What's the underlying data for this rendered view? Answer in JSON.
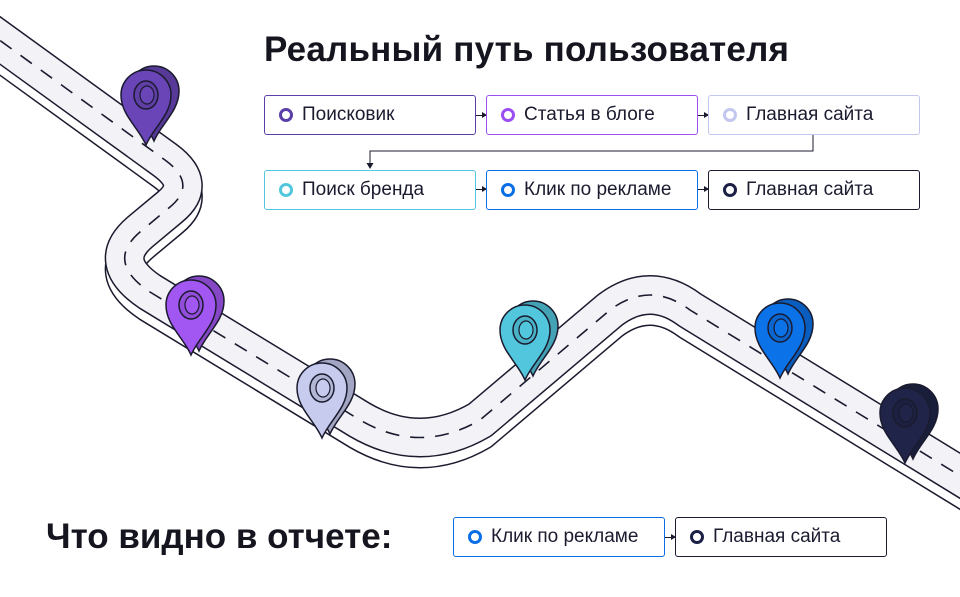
{
  "title": "Реальный путь пользователя",
  "report": {
    "title": "Что видно в отчете:",
    "steps": [
      {
        "label": "Клик по рекламе",
        "color": "#0a6fe6"
      },
      {
        "label": "Главная сайта",
        "color": "#1d2046"
      }
    ]
  },
  "journey": {
    "row1": [
      {
        "label": "Поисковик",
        "color": "#5b3fa8"
      },
      {
        "label": "Статья в блоге",
        "color": "#9b4ff0"
      },
      {
        "label": "Главная сайта",
        "color": "#c3c6ee"
      }
    ],
    "row2": [
      {
        "label": "Поиск бренда",
        "color": "#52c6dc"
      },
      {
        "label": "Клик по рекламе",
        "color": "#0a6fe6"
      },
      {
        "label": "Главная сайта",
        "color": "#1d2046"
      }
    ]
  },
  "pins": [
    {
      "color": "#6a45b8",
      "icon": "location-pin-icon"
    },
    {
      "color": "#a256f2",
      "icon": "location-pin-icon"
    },
    {
      "color": "#c7cbee",
      "icon": "location-pin-icon"
    },
    {
      "color": "#52c6dc",
      "icon": "location-pin-icon"
    },
    {
      "color": "#0b72e8",
      "icon": "location-pin-icon"
    },
    {
      "color": "#1f2448",
      "icon": "location-pin-icon"
    }
  ]
}
